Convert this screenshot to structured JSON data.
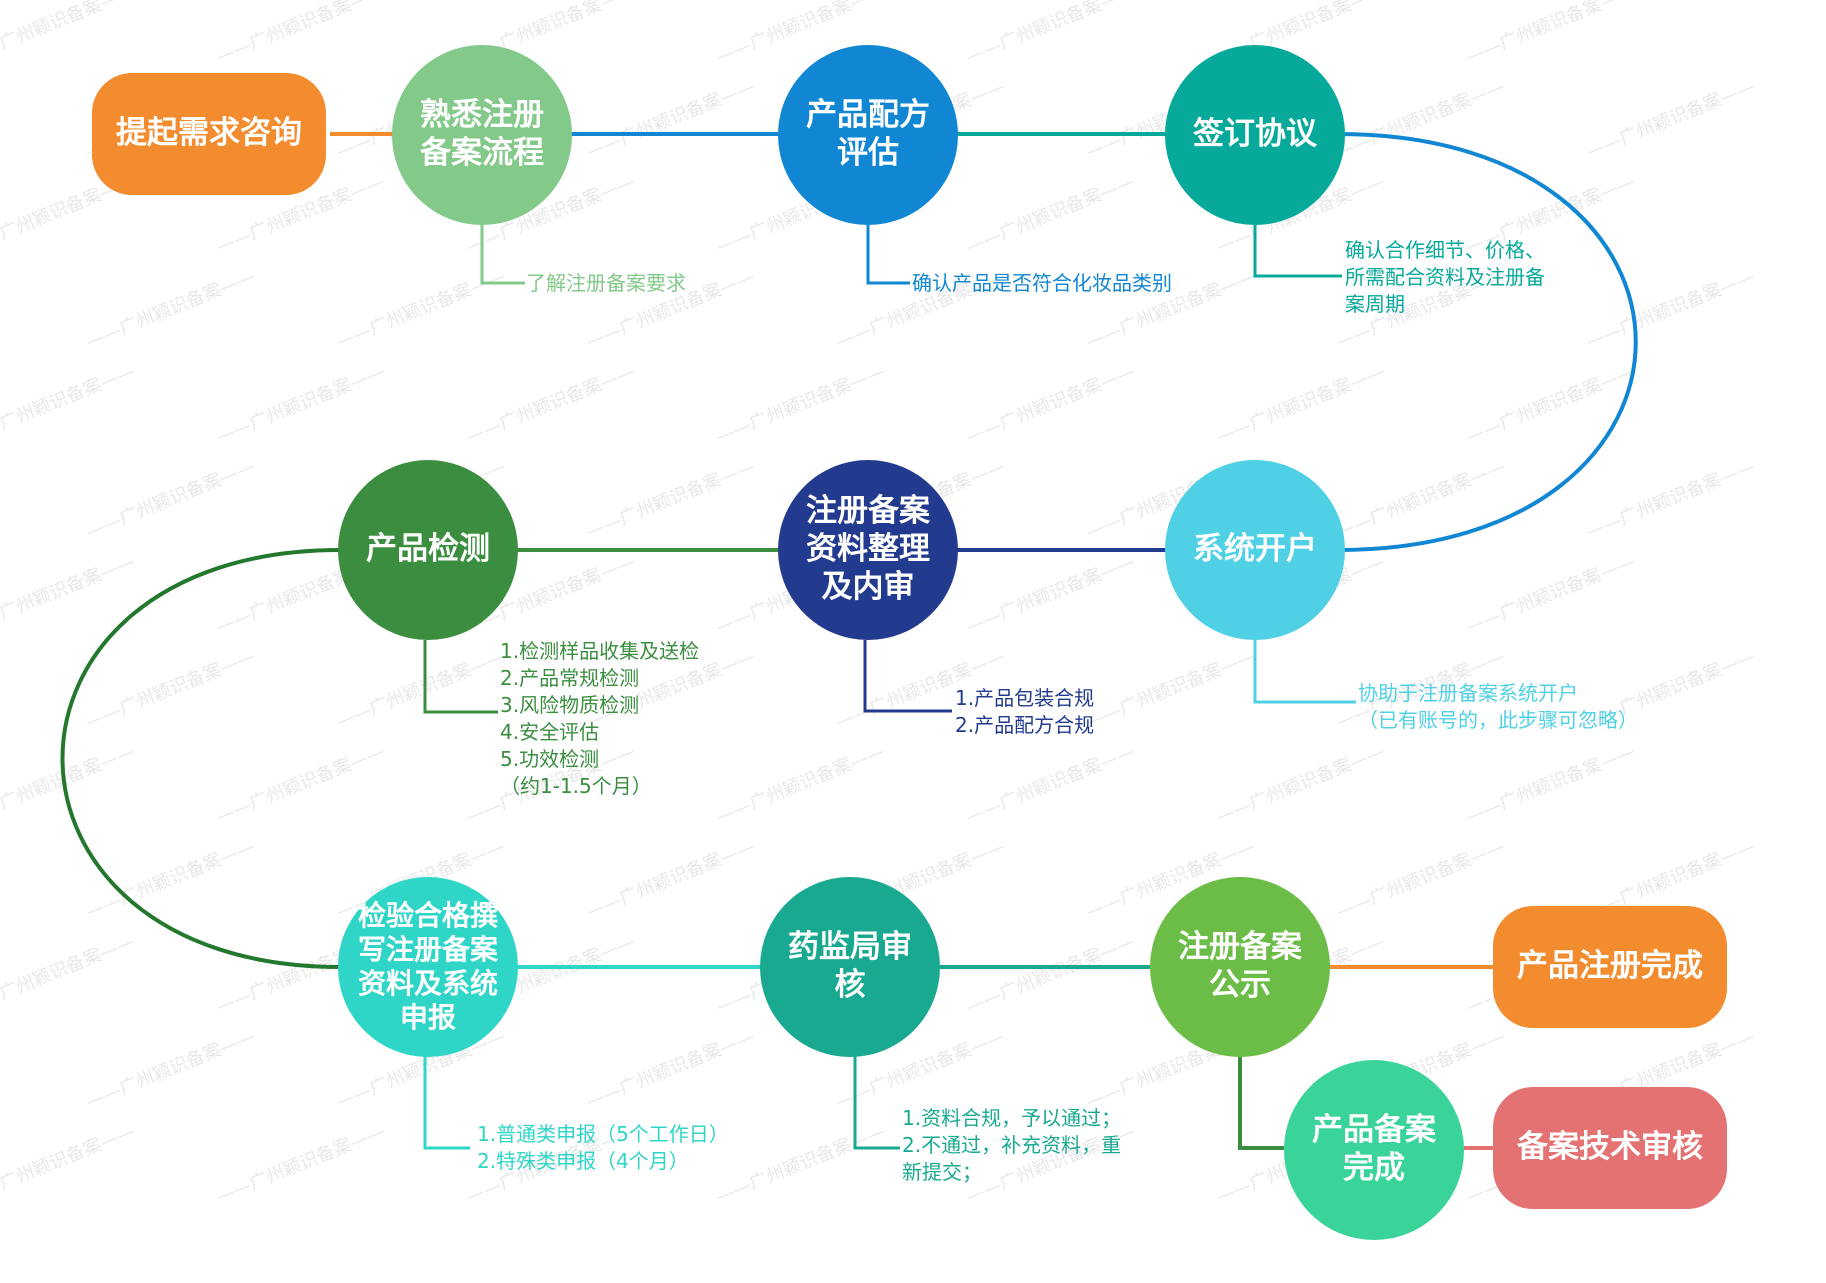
{
  "watermark": "广州颖识备案",
  "colors": {
    "orange": "#f28c2e",
    "light_green": "#82c98a",
    "blue": "#1187d3",
    "teal": "#06a99a",
    "cyan": "#4fd0e5",
    "navy": "#233b8e",
    "green": "#3b8e3f",
    "aqua": "#2fd6c7",
    "teal2": "#19a991",
    "lime": "#6cbd47",
    "mint": "#3ad49a",
    "red": "#e57272"
  },
  "nodes": {
    "start": "提起需求咨询",
    "familiar": "熟悉注册\n备案流程",
    "formula": "产品配方\n评估",
    "sign": "签订协议",
    "account": "系统开户",
    "prepare": "注册备案\n资料整理\n及内审",
    "testing": "产品检测",
    "submit": "检验合格撰\n写注册备案\n资料及系统\n申报",
    "review": "药监局审\n核",
    "publish": "注册备案\n公示",
    "reg_done": "产品注册完成",
    "filing_done": "产品备案\n完成",
    "tech_review": "备案技术审核"
  },
  "notes": {
    "familiar": "了解注册备案要求",
    "formula": "确认产品是否符合化妆品类别",
    "sign": "确认合作细节、价格、\n所需配合资料及注册备\n案周期",
    "account": "协助于注册备案系统开户\n（已有账号的，此步骤可忽略）",
    "prepare": "1.产品包装合规\n2.产品配方合规",
    "testing": "1.检测样品收集及送检\n2.产品常规检测\n3.风险物质检测\n4.安全评估\n5.功效检测\n（约1-1.5个月）",
    "submit": "1.普通类申报（5个工作日）\n2.特殊类申报（4个月）",
    "review": "1.资料合规，予以通过；\n2.不通过，补充资料，重\n新提交；"
  }
}
